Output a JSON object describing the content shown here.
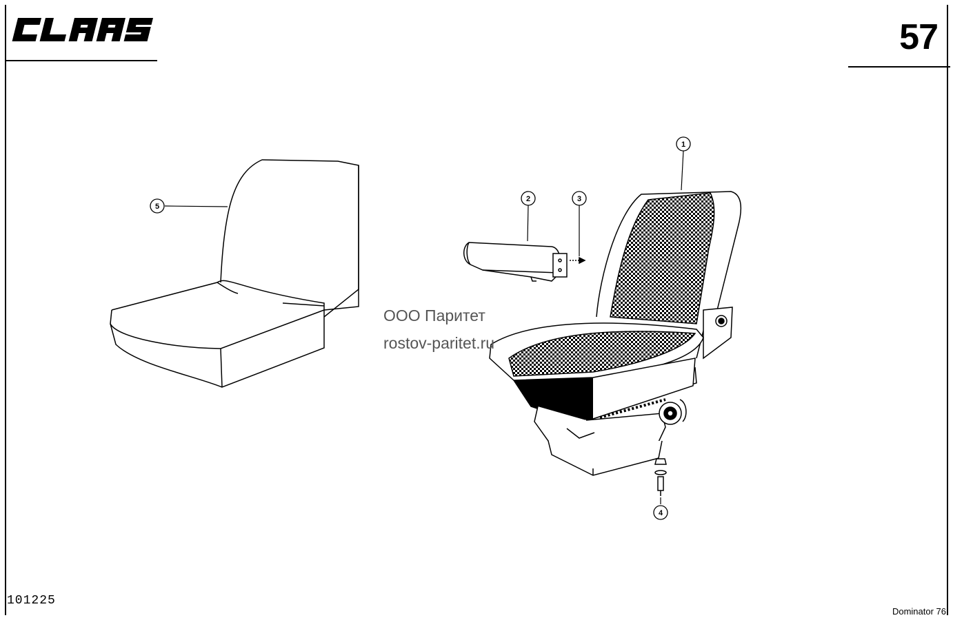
{
  "header": {
    "brand": "CLAAS",
    "page_number": "57"
  },
  "footer": {
    "drawing_number": "101225",
    "model": "Dominator 76"
  },
  "watermark": {
    "company": "ООО Паритет",
    "site": "rostov-paritet.ru"
  },
  "callouts": [
    {
      "id": "1",
      "label": "1"
    },
    {
      "id": "2",
      "label": "2"
    },
    {
      "id": "3",
      "label": "3"
    },
    {
      "id": "4",
      "label": "4"
    },
    {
      "id": "5",
      "label": "5"
    }
  ]
}
